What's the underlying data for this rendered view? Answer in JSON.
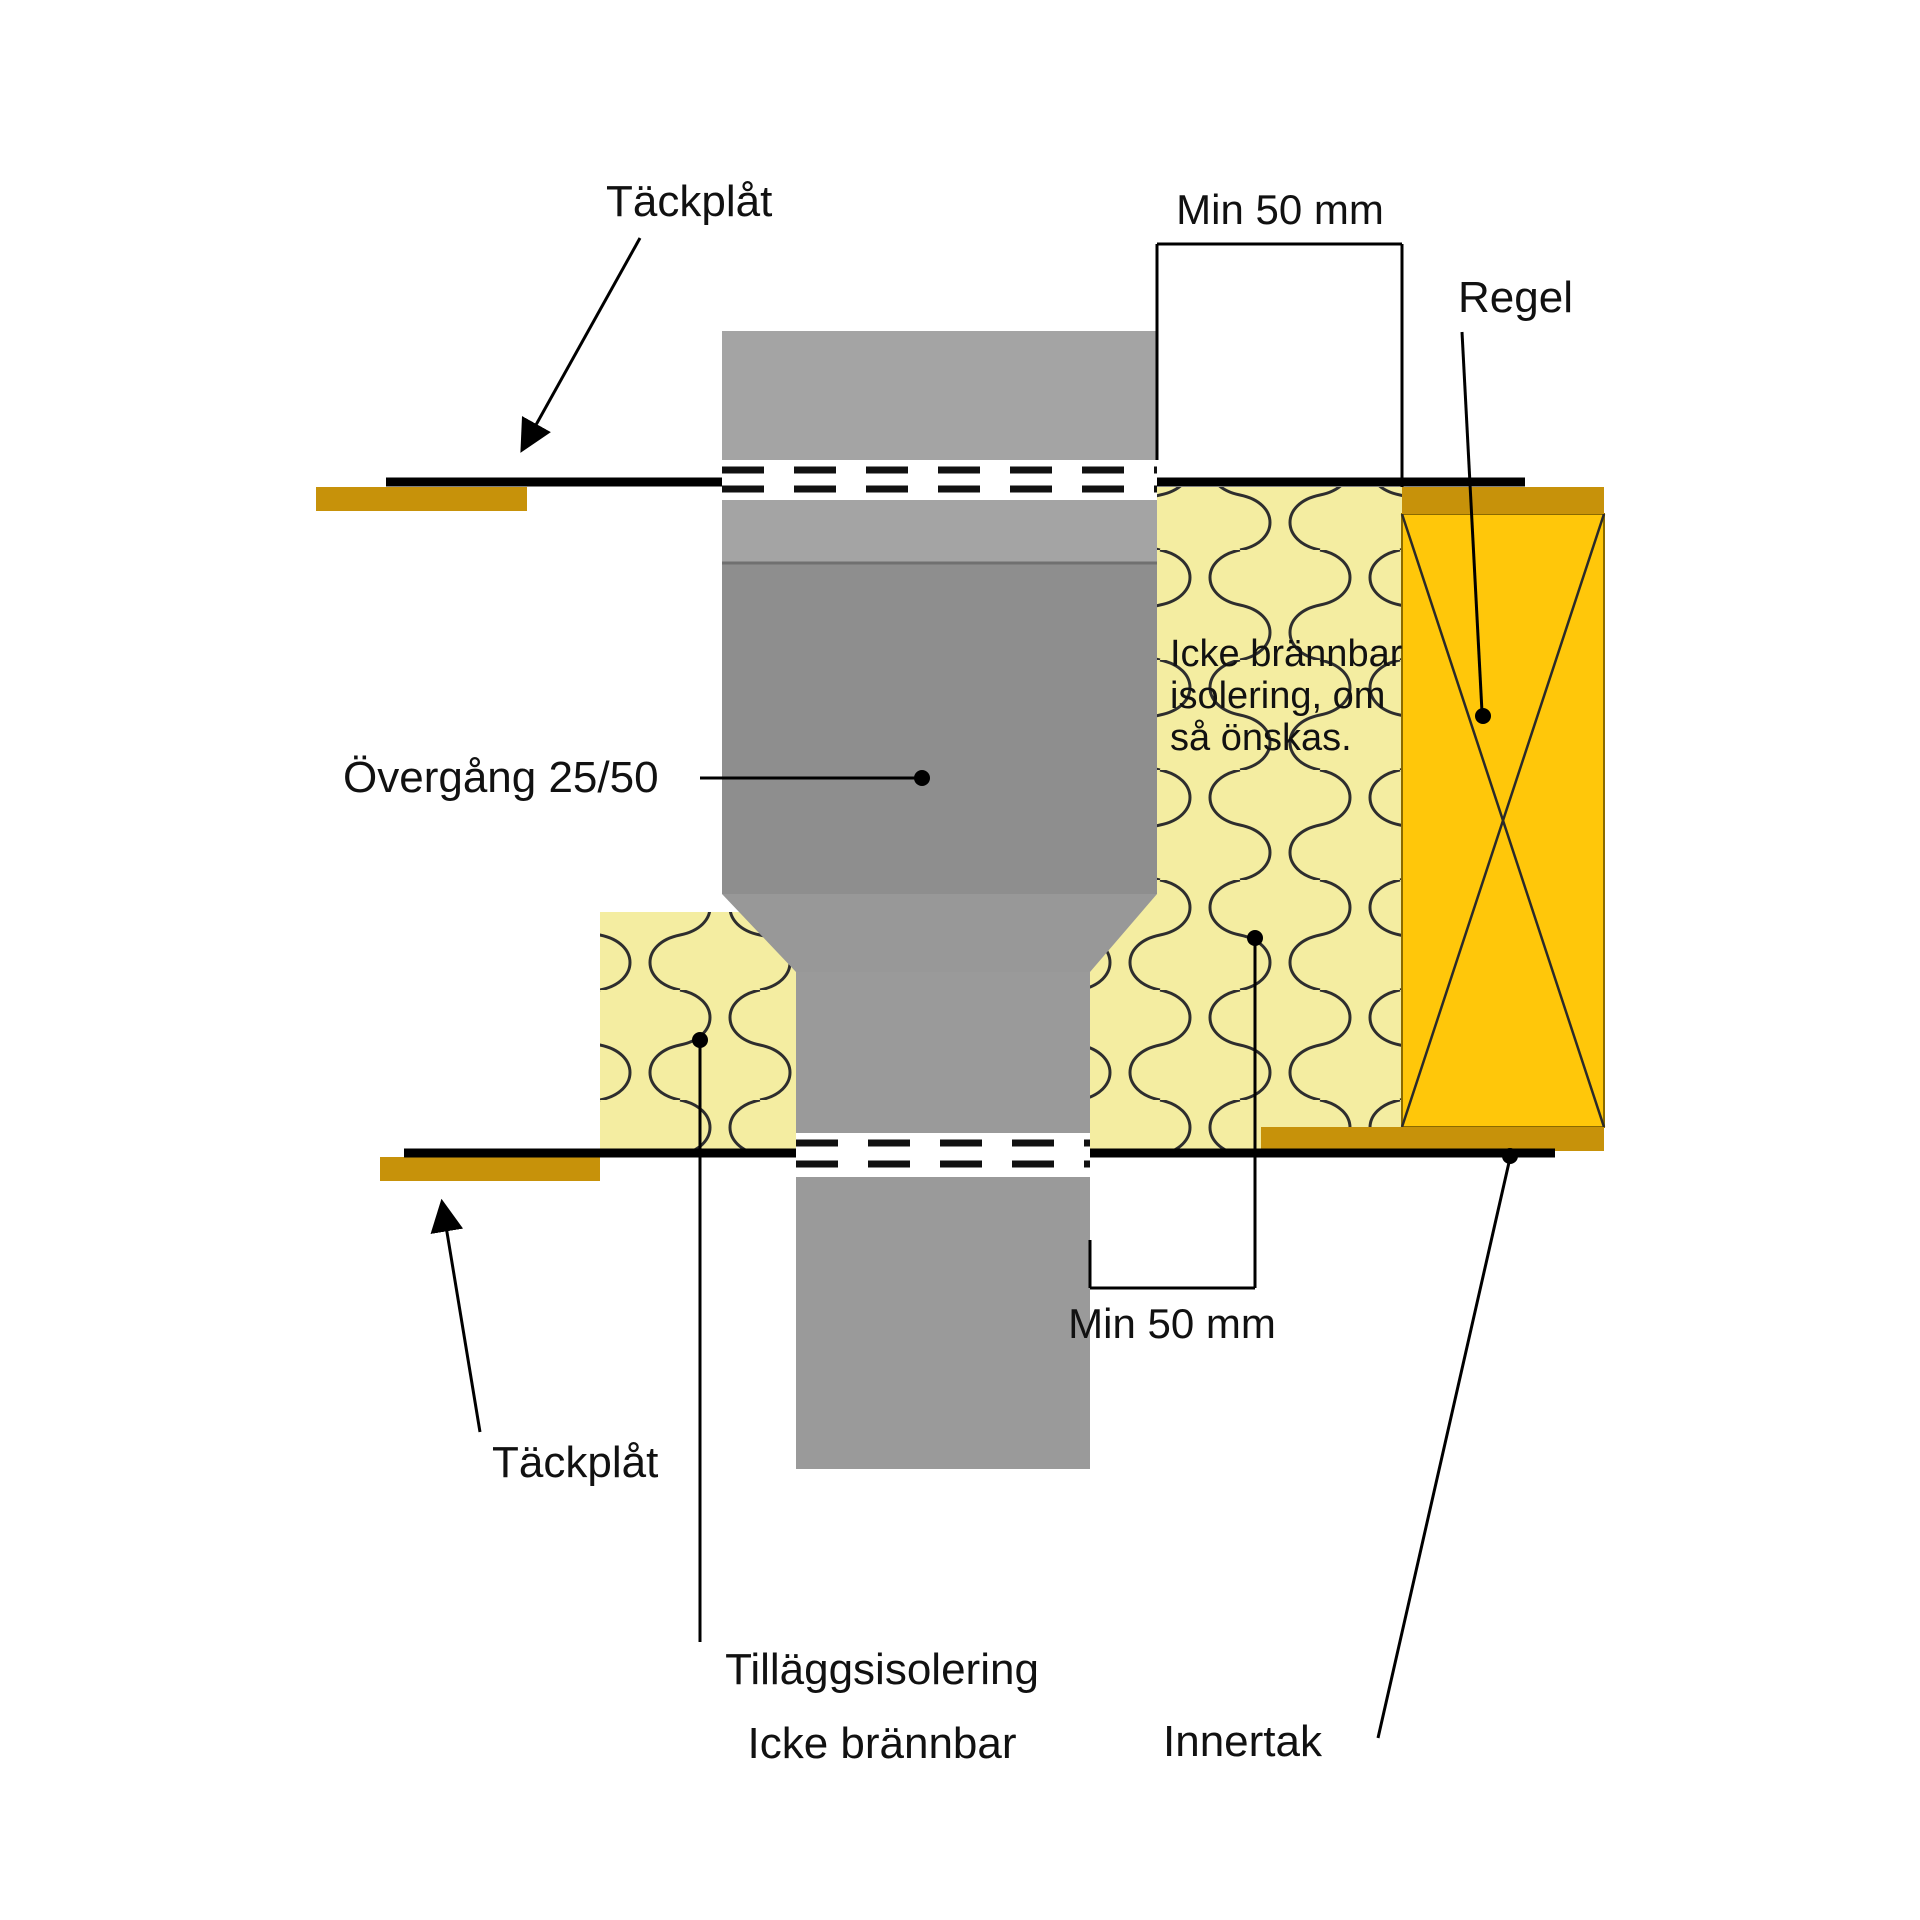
{
  "title": "Duct ceiling penetration detail (Swedish)",
  "labels": {
    "tackplat_top": "Täckplåt",
    "min50_top": "Min 50 mm",
    "regel": "Regel",
    "overgang": "Övergång 25/50",
    "icke_brannbar_line1": "Icke brännbar",
    "icke_brannbar_line2": "isolering, om",
    "icke_brannbar_line3": "så önskas.",
    "tackplat_bottom": "Täckplåt",
    "min50_bottom": "Min 50 mm",
    "tillaggsisolering_line1": "Tilläggsisolering",
    "tillaggsisolering_line2": "Icke brännbar",
    "innertak": "Innertak"
  },
  "colors": {
    "background": "#ffffff",
    "duct_gray_light": "#a4a4a4",
    "duct_gray": "#8e8e8e",
    "duct_gray_mid": "#989898",
    "duct_gray_low": "#9a9a9a",
    "insulation_yellow": "#f4eda1",
    "regel_gold": "#ffc70a",
    "plate_ochre": "#c7920a",
    "line_black": "#000000"
  }
}
